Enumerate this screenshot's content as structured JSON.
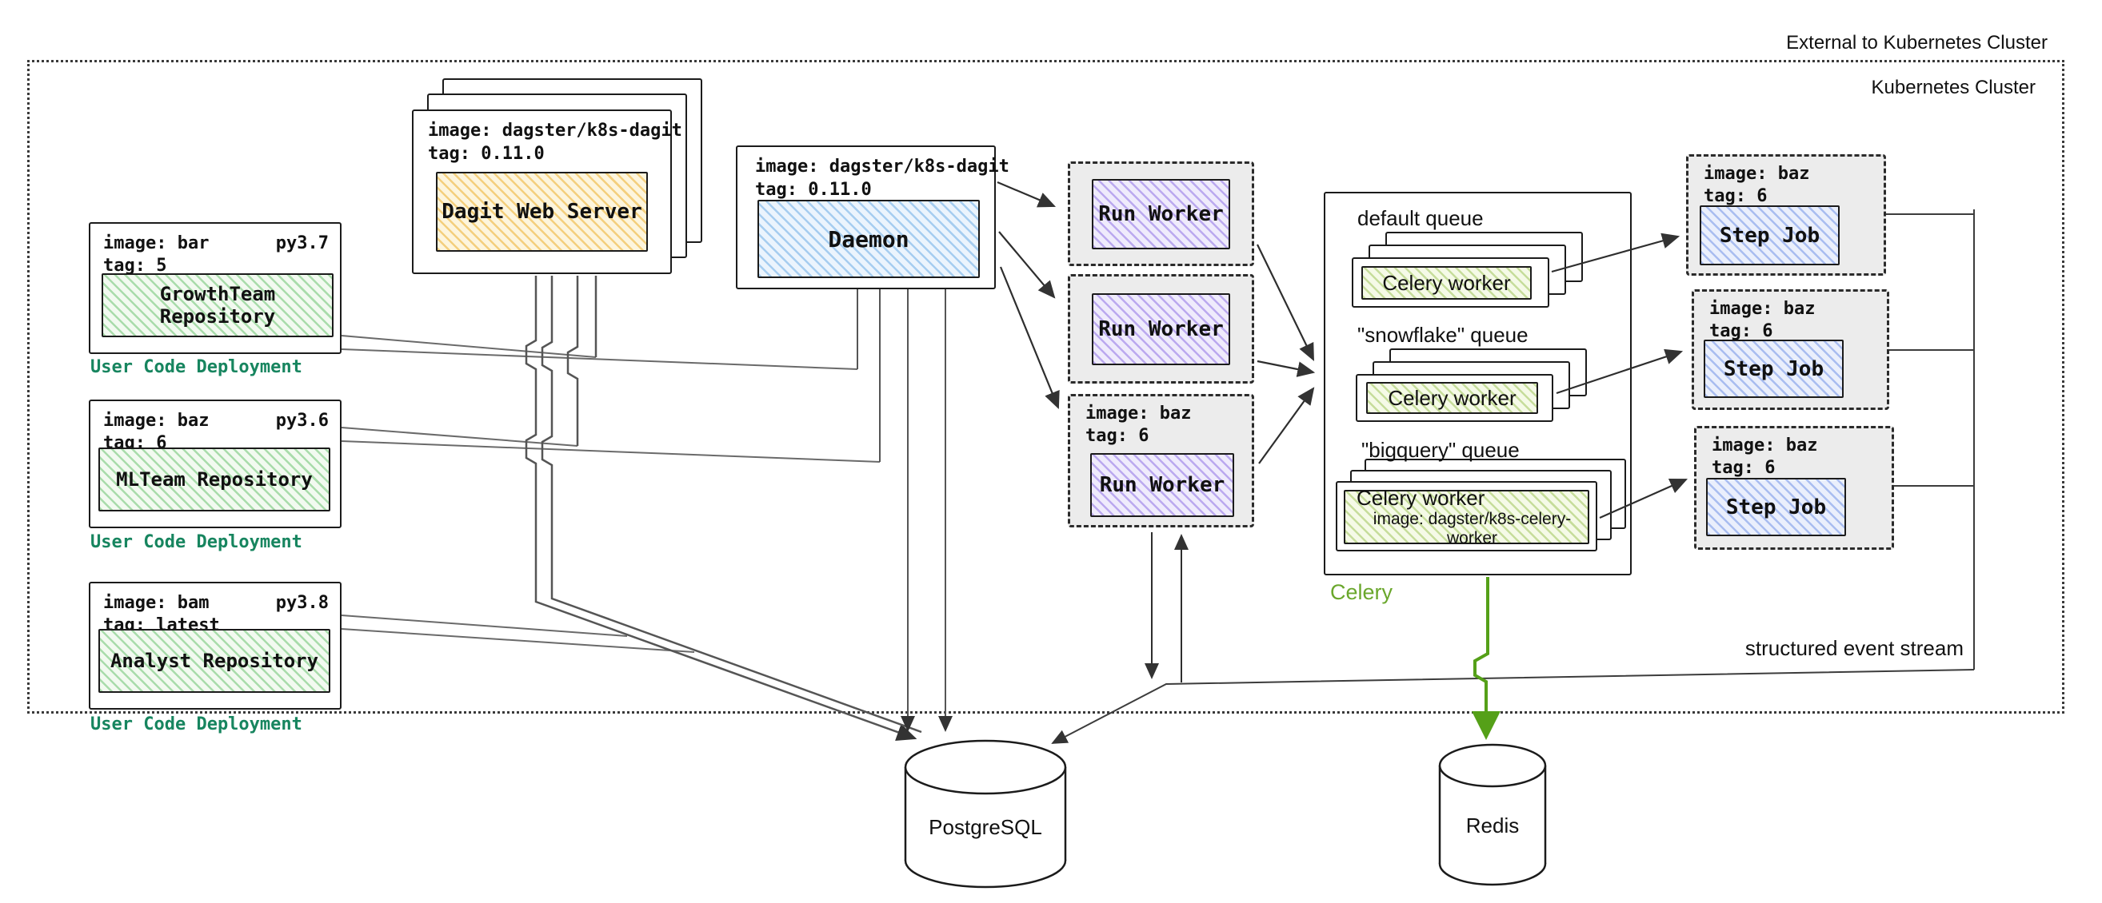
{
  "cluster": {
    "external_label": "External to Kubernetes Cluster",
    "label": "Kubernetes Cluster"
  },
  "repos": [
    {
      "image_line": "image: bar",
      "python": "py3.7",
      "tag_line": "tag: 5",
      "name": "GrowthTeam Repository",
      "caption": "User Code Deployment"
    },
    {
      "image_line": "image: baz",
      "python": "py3.6",
      "tag_line": "tag: 6",
      "name": "MLTeam Repository",
      "caption": "User Code Deployment"
    },
    {
      "image_line": "image: bam",
      "python": "py3.8",
      "tag_line": "tag: latest",
      "name": "Analyst Repository",
      "caption": "User Code Deployment"
    }
  ],
  "dagit": {
    "image_line": "image: dagster/k8s-dagit",
    "tag_line": "tag: 0.11.0",
    "label": "Dagit Web Server"
  },
  "daemon": {
    "image_line": "image: dagster/k8s-dagit",
    "tag_line": "tag: 0.11.0",
    "label": "Daemon"
  },
  "run_workers": [
    {
      "label": "Run Worker"
    },
    {
      "label": "Run Worker"
    },
    {
      "image_line": "image: baz",
      "tag_line": "tag: 6",
      "label": "Run Worker"
    }
  ],
  "celery": {
    "caption": "Celery",
    "queues": [
      {
        "name": "default queue",
        "worker": "Celery worker"
      },
      {
        "name": "\"snowflake\" queue",
        "worker": "Celery worker"
      },
      {
        "name": "\"bigquery\" queue",
        "worker": "Celery worker",
        "worker_image": "image: dagster/k8s-celery-worker"
      }
    ]
  },
  "step_jobs": [
    {
      "image_line": "image: baz",
      "tag_line": "tag: 6",
      "label": "Step Job"
    },
    {
      "image_line": "image: baz",
      "tag_line": "tag: 6",
      "label": "Step Job"
    },
    {
      "image_line": "image: baz",
      "tag_line": "tag: 6",
      "label": "Step Job"
    }
  ],
  "databases": {
    "postgres": "PostgreSQL",
    "redis": "Redis"
  },
  "annotations": {
    "event_stream": "structured event stream"
  },
  "colors": {
    "user_code_caption": "#17855f",
    "celery_label": "#6aa72c",
    "green_arrow": "#55a018",
    "repo_hatch": "#a9dcab",
    "dagit_hatch": "#f4cf7d",
    "daemon_hatch": "#a6cdf0",
    "run_worker_hatch": "#bba9ef",
    "step_job_hatch": "#a9bdf0",
    "celery_worker_hatch": "#c6dd9b",
    "pod_background": "#ececec"
  }
}
